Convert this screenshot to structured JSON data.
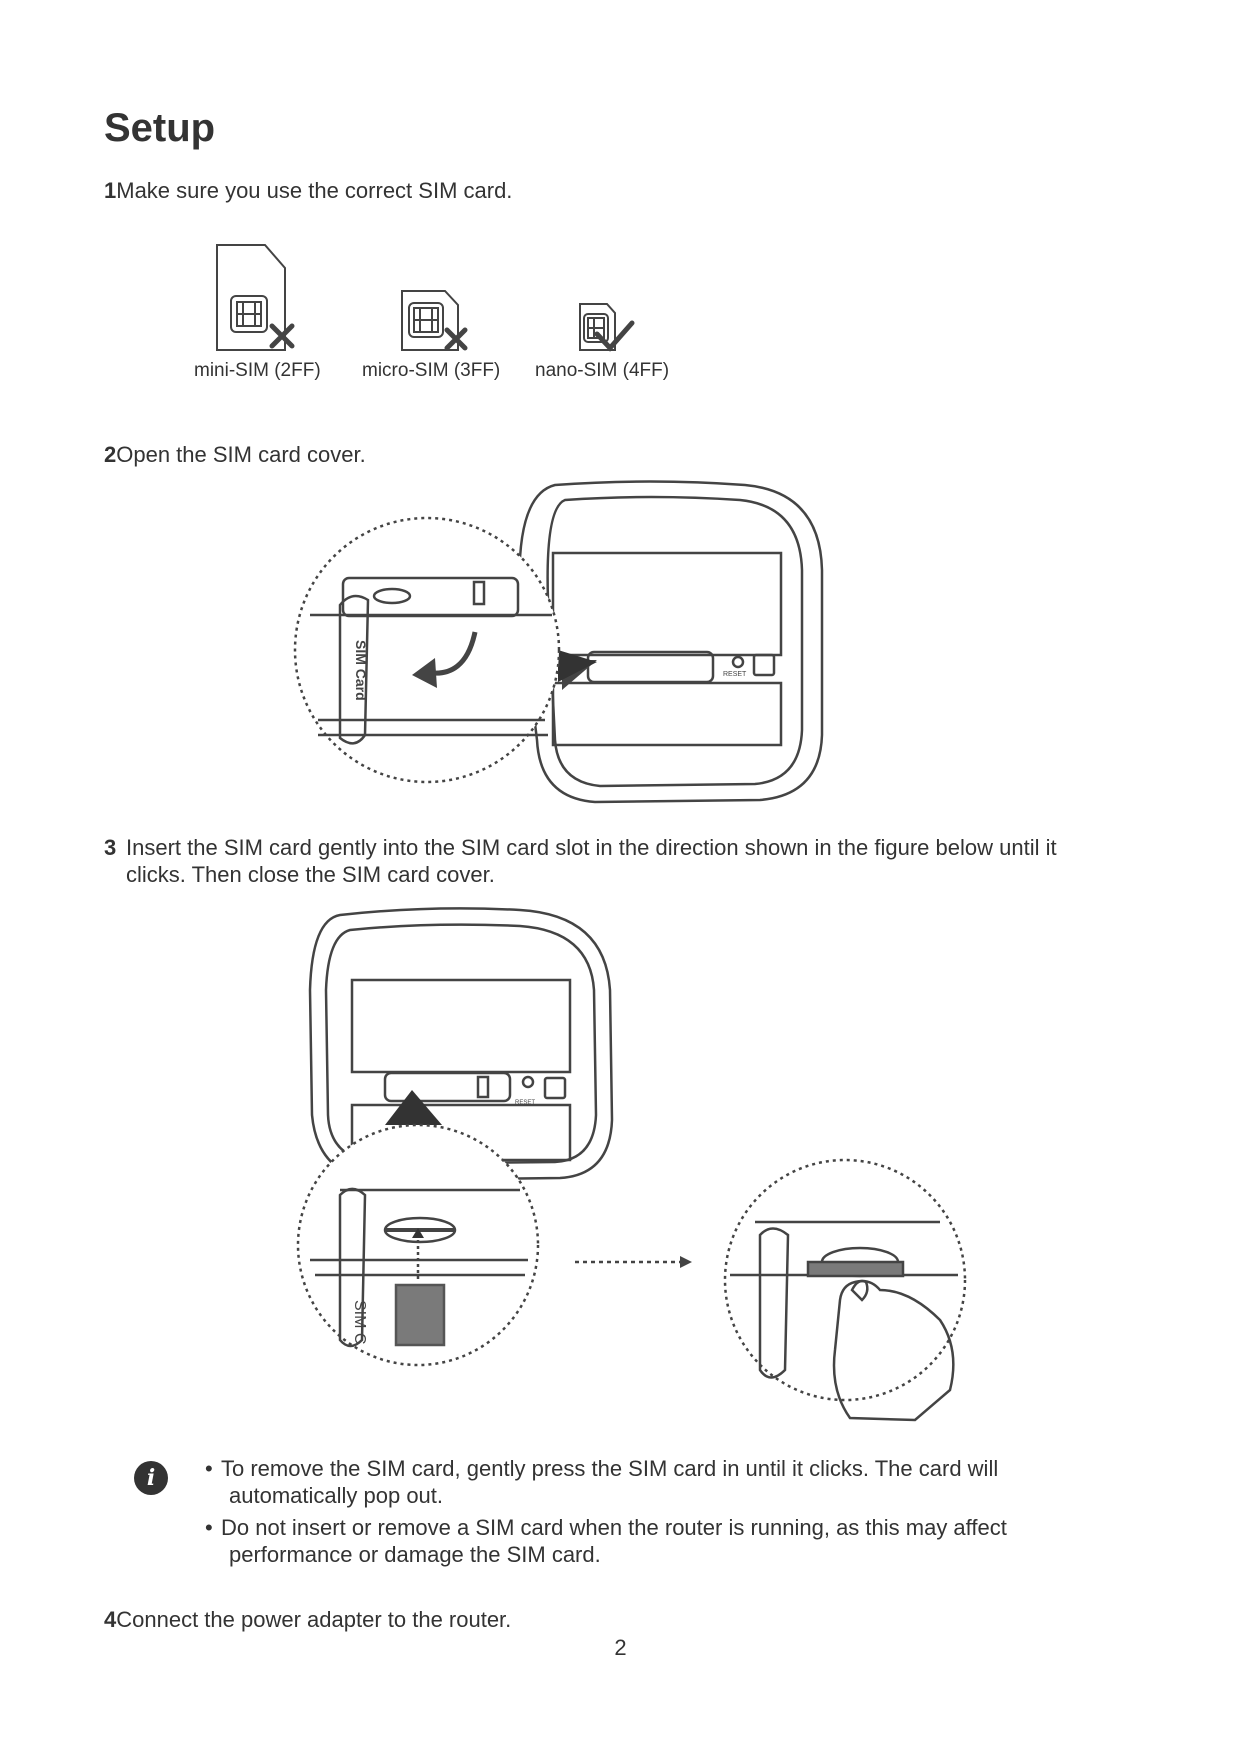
{
  "title": "Setup",
  "steps": [
    {
      "num": "1",
      "text": "Make sure you use the correct SIM card."
    },
    {
      "num": "2",
      "text": "Open the SIM card cover."
    },
    {
      "num": "3",
      "line1": "Insert the SIM card gently into the SIM card slot in the direction shown in the figure below until it",
      "line2": "clicks. Then close the SIM card cover."
    },
    {
      "num": "4",
      "text": "Connect the power adapter to the router."
    }
  ],
  "sim_types": [
    {
      "label": "mini-SIM (2FF)",
      "supported": false
    },
    {
      "label": "micro-SIM (3FF)",
      "supported": false
    },
    {
      "label": "nano-SIM (4FF)",
      "supported": true
    }
  ],
  "figure_labels": {
    "sim_card_cover": "SIM Card",
    "sim_card_cover_short": "SIM C",
    "reset": "RESET"
  },
  "note": {
    "icon": "info-icon",
    "items": [
      {
        "line1": "To remove the SIM card, gently press the SIM card in until it clicks. The card will",
        "line2": "automatically pop out."
      },
      {
        "line1": "Do not insert or remove a SIM card when the router is running, as this may affect",
        "line2": "performance or damage the SIM card."
      }
    ]
  },
  "page_number": "2"
}
